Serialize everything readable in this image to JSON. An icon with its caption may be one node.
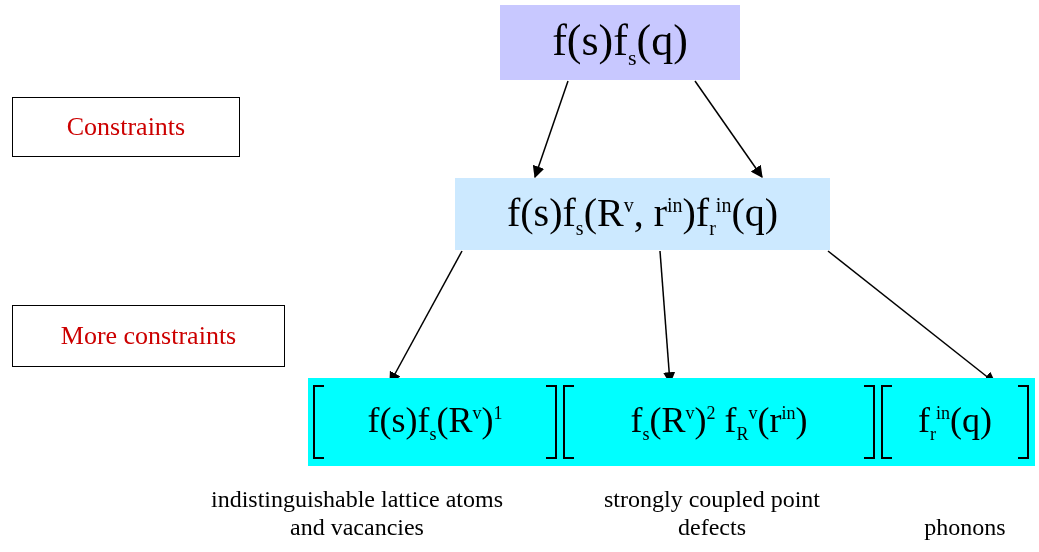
{
  "diagram": {
    "nodes": [
      {
        "text": [
          "f(s)f$_{s}$(q)"
        ]
      },
      {
        "text": [
          "Constraints"
        ]
      },
      {
        "text": [
          "f(s)f$_{s}$(R$^{v}$, r$^{in}$)f$_{r}$$^{in}$(q)"
        ]
      },
      {
        "text": [
          "More constraints"
        ]
      },
      {
        "text": [],
        "shape": "box"
      },
      {
        "text": [
          "f(s)f$_{s}$(R$^{v}$)$^{1}$"
        ],
        "in": 4,
        "beside": [
          "indistinguishable lattice atoms and vacancies"
        ]
      },
      {
        "text": [
          "f$_{s}$(R$^{v}$)$^{2}$ f$_{R}$$^{v}$(r$^{in}$)"
        ],
        "in": 4,
        "beside": [
          "strongly coupled point defects"
        ]
      },
      {
        "text": [
          "f$_{r}$$^{in}$(q)"
        ],
        "in": 4,
        "beside": [
          "phonons"
        ]
      }
    ],
    "edges": [
      {
        "from": 0,
        "to": 2,
        "arrow": "to"
      },
      {
        "from": 0,
        "to": 2,
        "arrow": "to"
      },
      {
        "from": 2,
        "to": 5,
        "arrow": "to"
      },
      {
        "from": 2,
        "to": 6,
        "arrow": "to"
      },
      {
        "from": 2,
        "to": 7,
        "arrow": "to"
      }
    ]
  }
}
